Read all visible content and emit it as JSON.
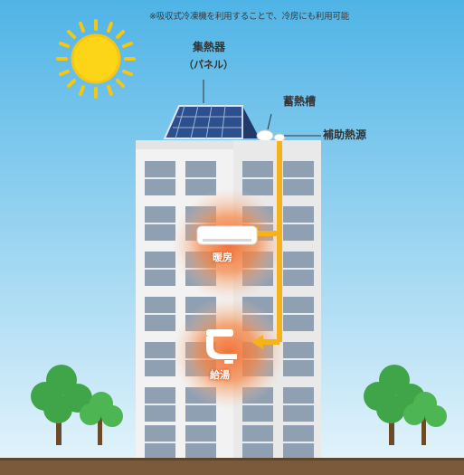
{
  "note": "※吸収式冷凍機を利用することで、冷房にも利用可能",
  "labels": {
    "collector": "集熱器",
    "panel": "（パネル）",
    "storage_tank": "蓄熱槽",
    "auxiliary_heat": "補助熱源",
    "heating": "暖房",
    "hot_water": "給湯"
  },
  "icons": [
    "sun-icon",
    "solar-panel-icon",
    "storage-tank-icon",
    "air-conditioner-icon",
    "faucet-icon",
    "tree-icon",
    "arrow-icon"
  ],
  "colors": {
    "sky_top": "#4fb4e6",
    "sky_bottom": "#dff1fa",
    "sun": "#fcd418",
    "pipe": "#f6b21b",
    "heat_glow": "#f26a2e",
    "building": "#f2f2f2",
    "window": "#8fa0b3",
    "tree": "#3fa548",
    "ground": "#7a5a3a"
  }
}
